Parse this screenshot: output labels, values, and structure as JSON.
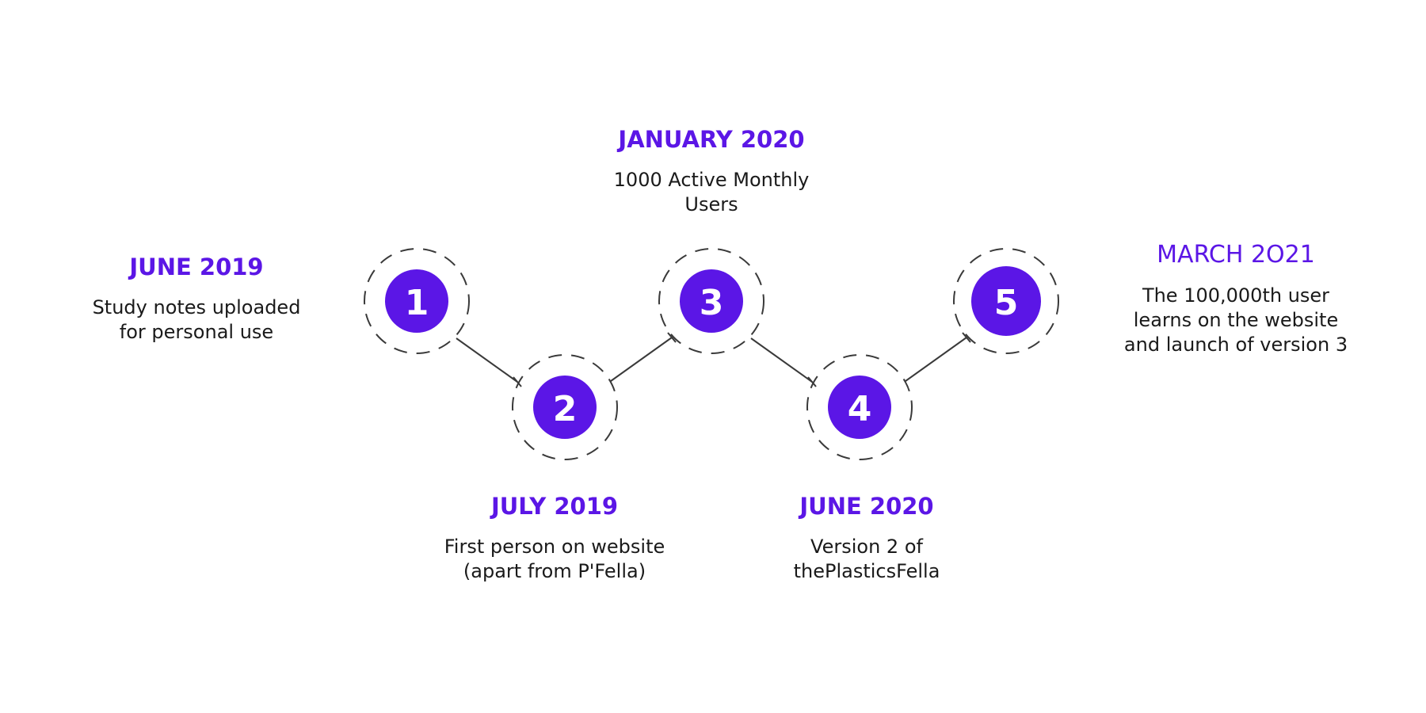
{
  "accent_color": "#5B16E6",
  "ring_color": "#3a3a3a",
  "milestones": [
    {
      "number": "1",
      "date": "JUNE 2019",
      "description": "Study notes uploaded\nfor personal use"
    },
    {
      "number": "2",
      "date": "JULY 2019",
      "description": "First person on website\n(apart from P'Fella)"
    },
    {
      "number": "3",
      "date": "JANUARY 2020",
      "description": "1000 Active Monthly\nUsers"
    },
    {
      "number": "4",
      "date": "JUNE 2020",
      "description": "Version 2 of\nthePlasticsFella"
    },
    {
      "number": "5",
      "date": "MARCH 2O21",
      "description": "The 100,000th user\nlearns on the website\nand launch of version 3"
    }
  ]
}
